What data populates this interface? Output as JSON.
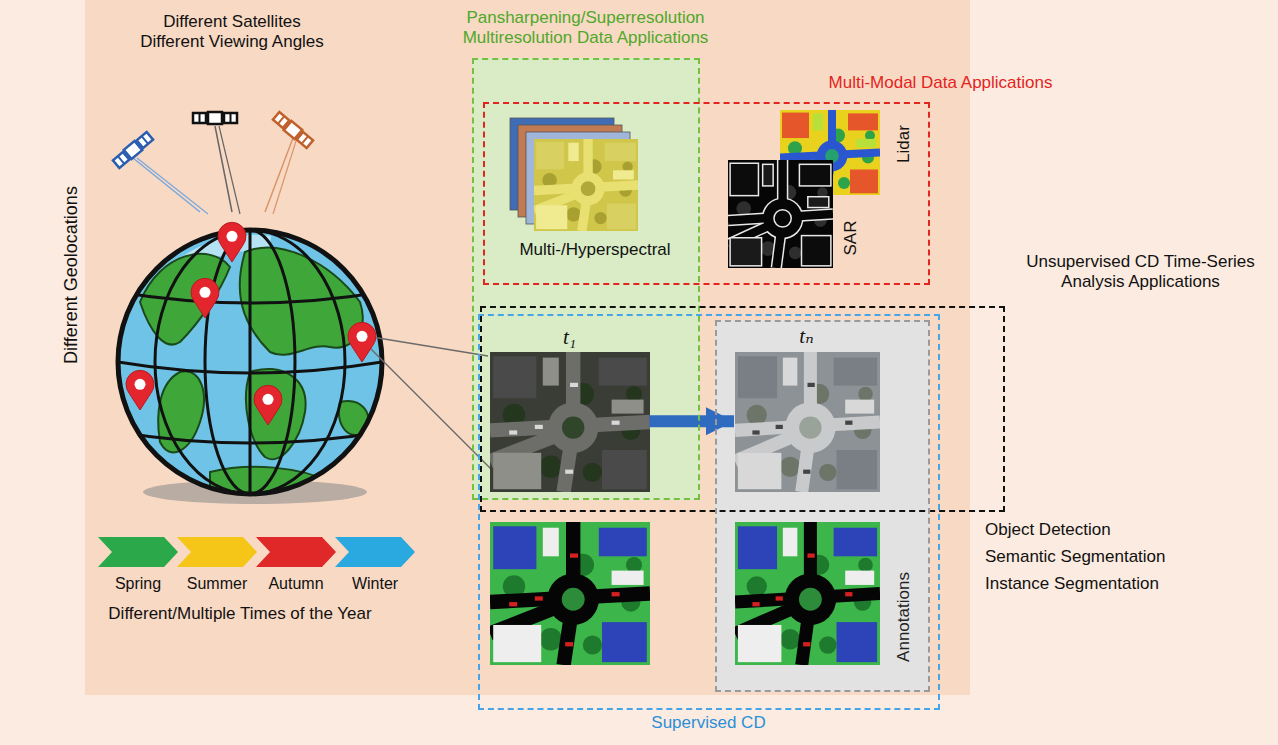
{
  "diagram": {
    "nodes": [
      {
        "text": [
          "Pansharpening/Superresolution Multiresolution Data Applications"
        ]
      },
      {
        "text": [
          "Multi-Modal Data Applications"
        ]
      },
      {
        "text": [
          "Unsupervised CD Time-Series Analysis Applications"
        ]
      },
      {
        "text": [
          "Supervised CD"
        ]
      },
      {
        "text": [
          "t₁"
        ],
        "in": 3
      },
      {
        "text": [
          "Annotations"
        ],
        "in": 3
      },
      {
        "text": [
          "tₙ"
        ],
        "in": 5
      }
    ],
    "edges": [
      {
        "from": 4,
        "to": 6,
        "arrow": "to"
      }
    ],
    "labels": [
      "Different Satellites Different Viewing Angles",
      "Different Geolocations",
      "Spring",
      "Summer",
      "Autumn",
      "Winter",
      "Different/Multiple Times of the Year",
      "Multi-/Hyperspectral",
      "Lidar",
      "SAR",
      "Object Detection",
      "Semantic Segmentation",
      "Instance Segmentation"
    ]
  }
}
